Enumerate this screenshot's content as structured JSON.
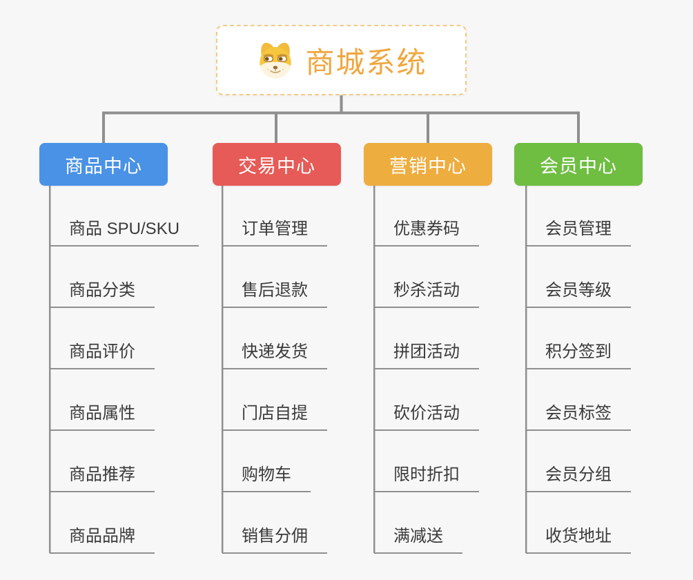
{
  "root": {
    "title": "商城系统",
    "icon": "doge-icon",
    "title_color": "#f0a63e",
    "border_color": "#f4ca85"
  },
  "branches": [
    {
      "label": "商品中心",
      "color": "#4a92e5",
      "children": [
        "商品 SPU/SKU",
        "商品分类",
        "商品评价",
        "商品属性",
        "商品推荐",
        "商品品牌"
      ]
    },
    {
      "label": "交易中心",
      "color": "#e65b57",
      "children": [
        "订单管理",
        "售后退款",
        "快递发货",
        "门店自提",
        "购物车",
        "销售分佣"
      ]
    },
    {
      "label": "营销中心",
      "color": "#eead3f",
      "children": [
        "优惠券码",
        "秒杀活动",
        "拼团活动",
        "砍价活动",
        "限时折扣",
        "满减送"
      ]
    },
    {
      "label": "会员中心",
      "color": "#6fbe42",
      "children": [
        "会员管理",
        "会员等级",
        "积分签到",
        "会员标签",
        "会员分组",
        "收货地址"
      ]
    }
  ],
  "connector_color": "#8f8f8f",
  "background_color": "#f7f7f7"
}
